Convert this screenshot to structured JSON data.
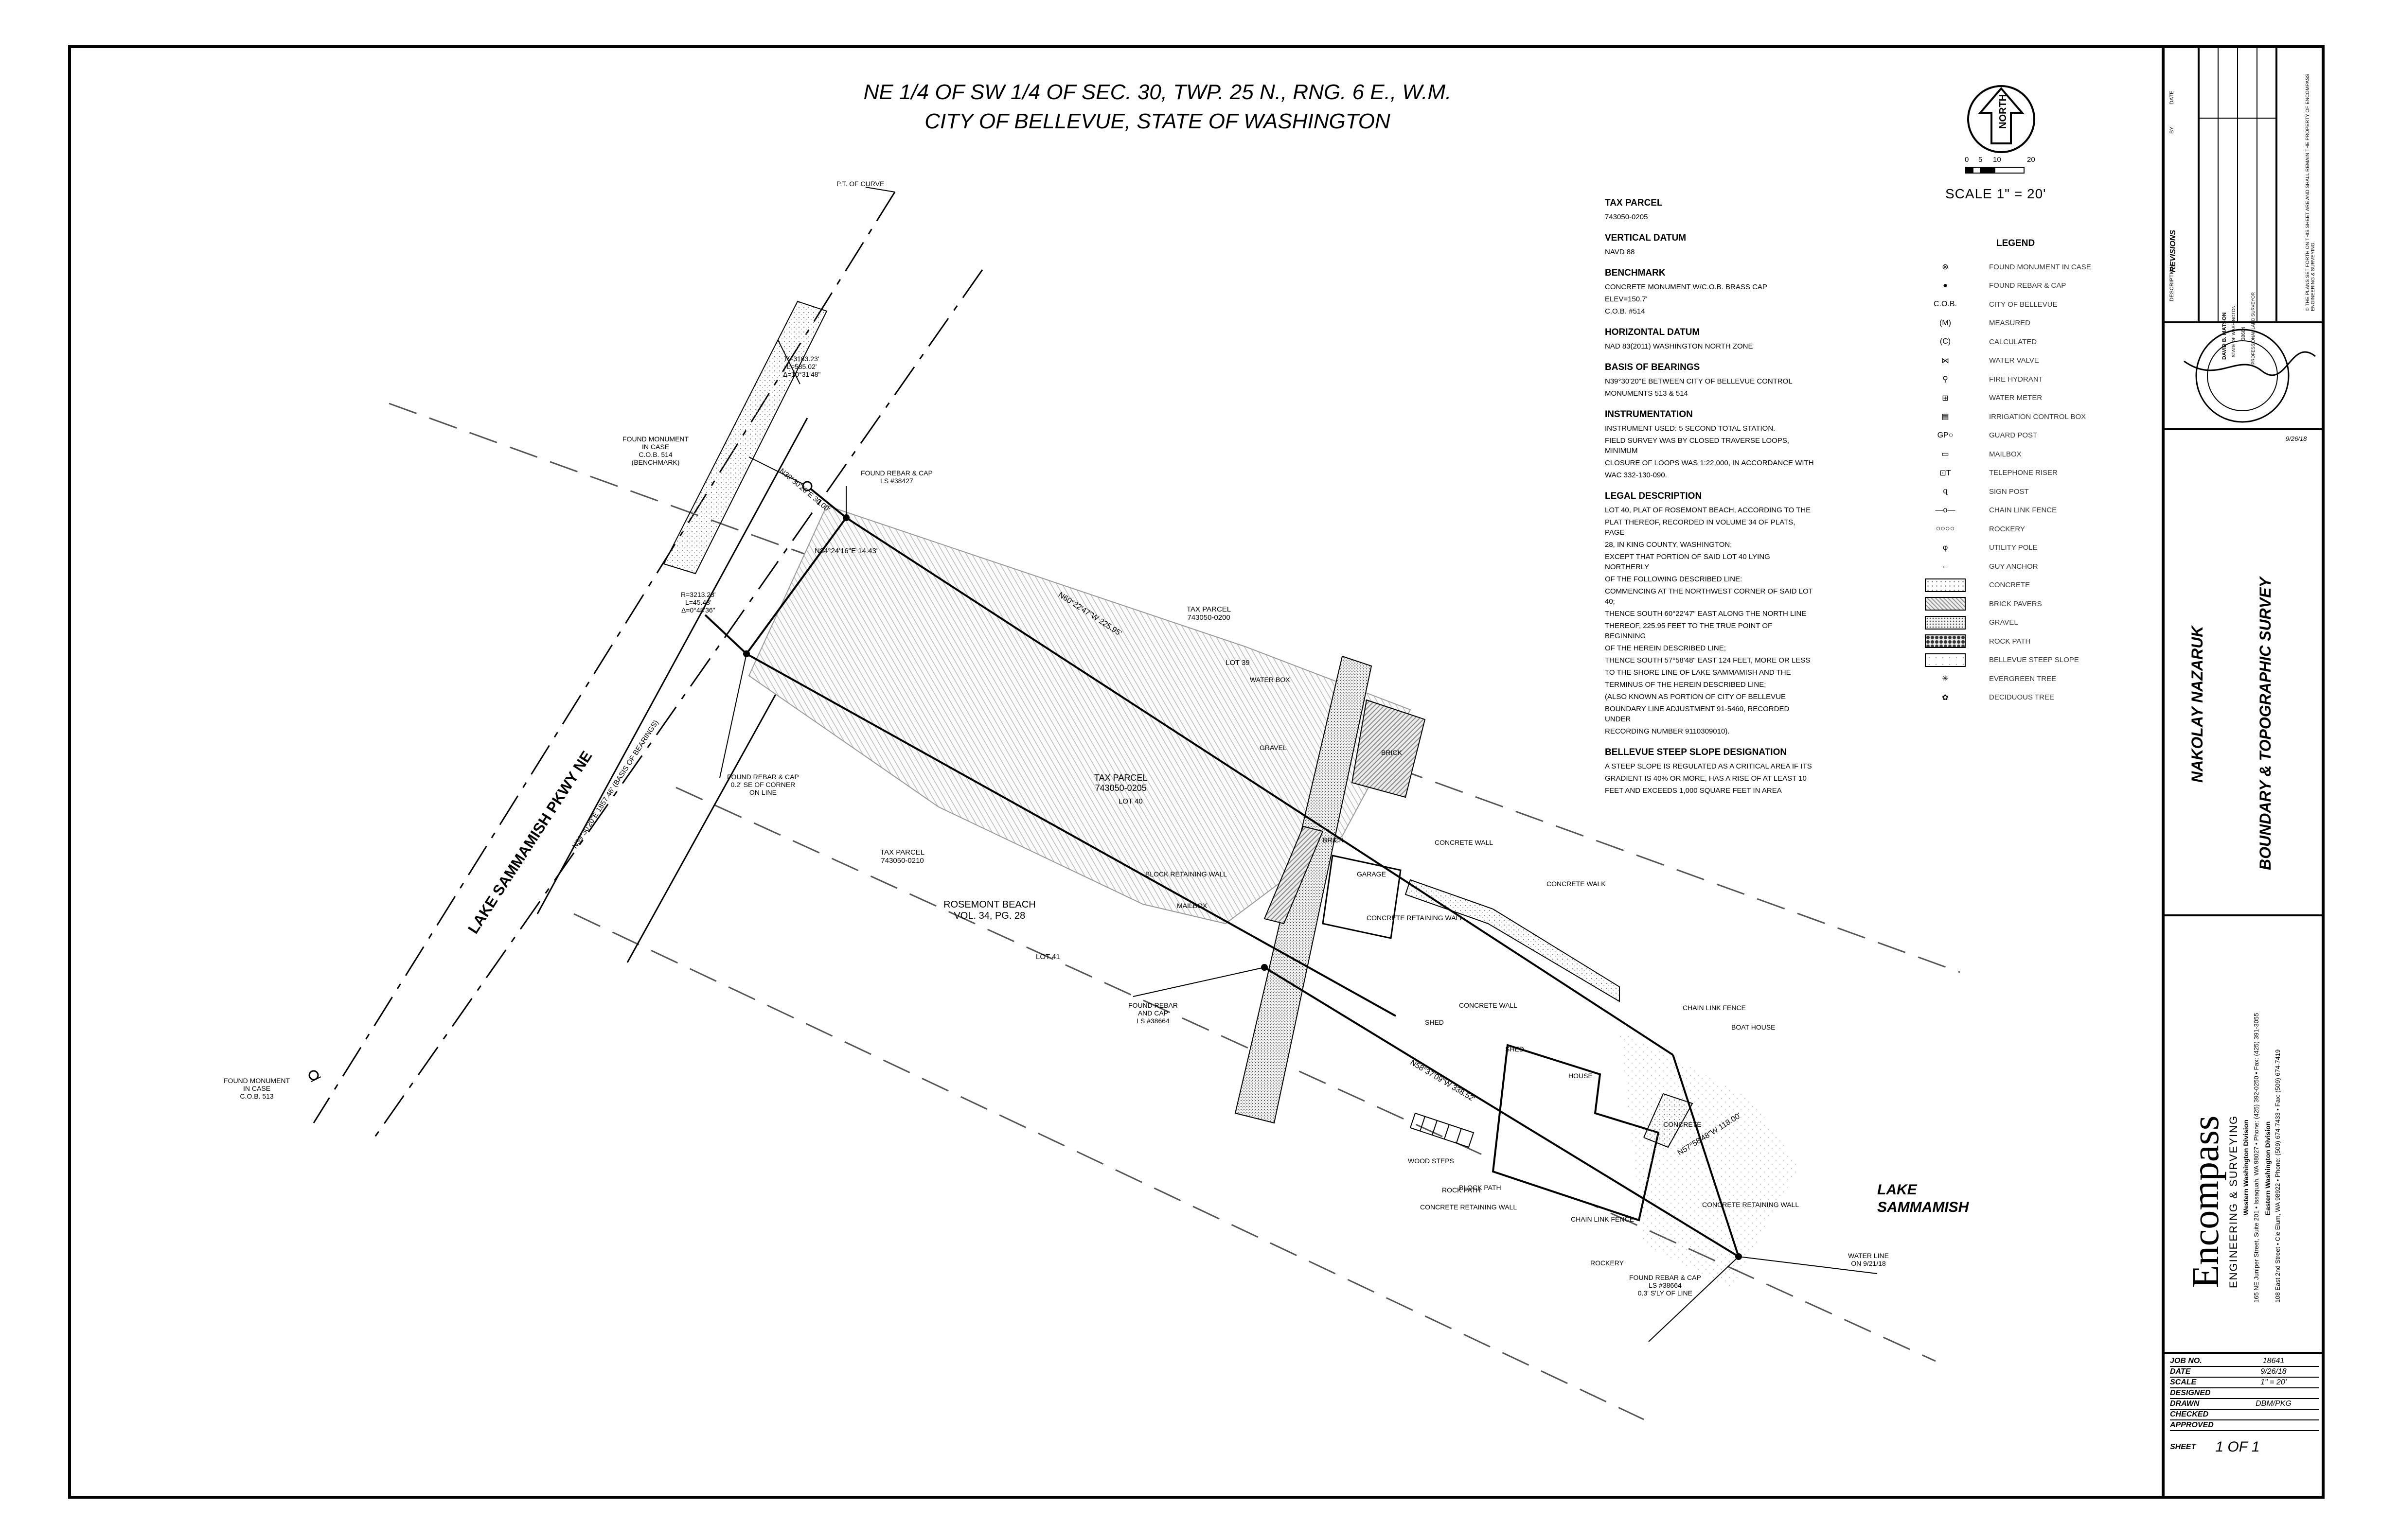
{
  "title": {
    "line1": "NE 1/4 OF SW 1/4 OF SEC. 30, TWP. 25 N., RNG. 6 E., W.M.",
    "line2": "CITY OF BELLEVUE, STATE OF WASHINGTON"
  },
  "north": {
    "arrow_label": "NORTH",
    "scale_ticks": [
      "0",
      "5",
      "10",
      "20"
    ],
    "scale": "SCALE  1\" = 20'"
  },
  "notes": [
    {
      "heading": "TAX PARCEL",
      "lines": [
        "743050-0205"
      ]
    },
    {
      "heading": "VERTICAL DATUM",
      "lines": [
        "NAVD 88"
      ]
    },
    {
      "heading": "BENCHMARK",
      "lines": [
        "CONCRETE MONUMENT W/C.O.B. BRASS CAP",
        "ELEV=150.7'",
        "C.O.B. #514"
      ]
    },
    {
      "heading": "HORIZONTAL DATUM",
      "lines": [
        "NAD 83(2011) WASHINGTON NORTH ZONE"
      ]
    },
    {
      "heading": "BASIS OF BEARINGS",
      "lines": [
        "N39°30'20\"E BETWEEN CITY OF BELLEVUE CONTROL",
        "MONUMENTS 513 & 514"
      ]
    },
    {
      "heading": "INSTRUMENTATION",
      "lines": [
        "INSTRUMENT USED: 5 SECOND TOTAL STATION.",
        "FIELD SURVEY WAS BY CLOSED TRAVERSE LOOPS, MINIMUM",
        "CLOSURE OF LOOPS WAS 1:22,000, IN ACCORDANCE WITH",
        "WAC 332-130-090."
      ]
    },
    {
      "heading": "LEGAL DESCRIPTION",
      "lines": [
        "LOT 40, PLAT OF ROSEMONT BEACH, ACCORDING TO THE",
        "PLAT THEREOF, RECORDED IN VOLUME 34 OF PLATS, PAGE",
        "28, IN KING COUNTY, WASHINGTON;",
        "EXCEPT THAT PORTION OF SAID LOT 40 LYING NORTHERLY",
        "OF THE FOLLOWING DESCRIBED LINE:",
        "COMMENCING AT THE NORTHWEST CORNER OF SAID LOT 40;",
        "THENCE SOUTH 60°22'47\" EAST ALONG THE NORTH LINE",
        "THEREOF, 225.95 FEET TO THE TRUE POINT OF BEGINNING",
        "OF THE HEREIN DESCRIBED LINE;",
        "THENCE SOUTH 57°58'48\" EAST 124 FEET, MORE OR LESS",
        "TO THE SHORE LINE OF LAKE SAMMAMISH AND THE",
        "TERMINUS OF THE HEREIN DESCRIBED LINE;",
        "(ALSO KNOWN AS PORTION OF CITY OF BELLEVUE",
        "BOUNDARY LINE ADJUSTMENT 91-5460, RECORDED UNDER",
        "RECORDING NUMBER 9110309010)."
      ]
    },
    {
      "heading": "BELLEVUE STEEP SLOPE DESIGNATION",
      "lines": [
        "A STEEP SLOPE IS REGULATED AS A CRITICAL AREA IF ITS",
        "GRADIENT IS 40% OR MORE, HAS A RISE OF AT LEAST 10",
        "FEET AND EXCEEDS 1,000 SQUARE FEET IN AREA"
      ]
    }
  ],
  "legend": {
    "heading": "LEGEND",
    "items": [
      {
        "symbol": "⊗",
        "label": "FOUND MONUMENT IN CASE",
        "icon": "monument-icon"
      },
      {
        "symbol": "●",
        "label": "FOUND REBAR & CAP",
        "icon": "rebar-icon"
      },
      {
        "symbol": "C.O.B.",
        "label": "CITY OF BELLEVUE",
        "icon": "text"
      },
      {
        "symbol": "(M)",
        "label": "MEASURED",
        "icon": "text"
      },
      {
        "symbol": "(C)",
        "label": "CALCULATED",
        "icon": "text"
      },
      {
        "symbol": "⋈",
        "label": "WATER VALVE",
        "icon": "water-valve-icon"
      },
      {
        "symbol": "⚲",
        "label": "FIRE HYDRANT",
        "icon": "fire-hydrant-icon"
      },
      {
        "symbol": "⊞",
        "label": "WATER METER",
        "icon": "water-meter-icon"
      },
      {
        "symbol": "▤",
        "label": "IRRIGATION CONTROL BOX",
        "icon": "irrigation-box-icon"
      },
      {
        "symbol": "GP○",
        "label": "GUARD POST",
        "icon": "guard-post-icon"
      },
      {
        "symbol": "▭",
        "label": "MAILBOX",
        "icon": "mailbox-icon"
      },
      {
        "symbol": "⊡T",
        "label": "TELEPHONE RISER",
        "icon": "telephone-riser-icon"
      },
      {
        "symbol": "ɋ",
        "label": "SIGN POST",
        "icon": "sign-post-icon"
      },
      {
        "symbol": "—o—",
        "label": "CHAIN LINK FENCE",
        "icon": "fence-icon"
      },
      {
        "symbol": "○○○○",
        "label": "ROCKERY",
        "icon": "rockery-icon"
      },
      {
        "symbol": "φ",
        "label": "UTILITY POLE",
        "icon": "utility-pole-icon"
      },
      {
        "symbol": "←",
        "label": "GUY ANCHOR",
        "icon": "guy-anchor-icon"
      },
      {
        "symbol": "",
        "label": "CONCRETE",
        "icon": "sw-conc"
      },
      {
        "symbol": "",
        "label": "BRICK PAVERS",
        "icon": "sw-brick"
      },
      {
        "symbol": "",
        "label": "GRAVEL",
        "icon": "sw-gravel"
      },
      {
        "symbol": "",
        "label": "ROCK PATH",
        "icon": "sw-rock"
      },
      {
        "symbol": "",
        "label": "BELLEVUE STEEP SLOPE",
        "icon": "sw-steep"
      },
      {
        "symbol": "✳",
        "label": "EVERGREEN TREE",
        "icon": "evergreen-tree-icon"
      },
      {
        "symbol": "✿",
        "label": "DECIDUOUS TREE",
        "icon": "deciduous-tree-icon"
      }
    ]
  },
  "map_labels": {
    "pt_curve": "P.T. OF CURVE",
    "curve1": [
      "R=3183.23'",
      "L=585.02'",
      "Δ=10°31'48\""
    ],
    "curve2": [
      "R=3213.23'",
      "L=45.43'",
      "Δ=0°48'36\""
    ],
    "found_mon_514": [
      "FOUND MONUMENT",
      "IN CASE",
      "C.O.B. 514",
      "(BENCHMARK)"
    ],
    "found_mon_513": [
      "FOUND MONUMENT",
      "IN CASE",
      "C.O.B. 513"
    ],
    "rebar_38427": [
      "FOUND REBAR & CAP",
      "LS #38427"
    ],
    "rebar_corner": [
      "FOUND REBAR & CAP",
      "0.2' SE OF CORNER",
      "ON LINE"
    ],
    "rebar_38664a": [
      "FOUND REBAR",
      "AND CAP",
      "LS #38664"
    ],
    "rebar_38664b": [
      "FOUND REBAR & CAP",
      "LS #38664",
      "0.3' S'LY OF LINE"
    ],
    "bearing_a": "N39°30'20\"E 30.00'",
    "bearing_b": "N84°24'16\"E 14.43'",
    "bearing_north": "N60°22'47\"W 225.95'",
    "bearing_south": "N58°37'09\"W 338.52'",
    "bearing_east": "N57°58'48\"W 118.00'",
    "basis": "N39°30'20\"E 1857.46' (BASIS OF BEARINGS)",
    "road": "LAKE SAMMAMISH PKWY NE",
    "lake": [
      "LAKE",
      "SAMMAMISH"
    ],
    "water_line": [
      "WATER LINE",
      "ON 9/21/18"
    ],
    "tax_0200": [
      "TAX PARCEL",
      "743050-0200"
    ],
    "tax_0205": [
      "TAX PARCEL",
      "743050-0205"
    ],
    "tax_0210": [
      "TAX PARCEL",
      "743050-0210"
    ],
    "lot39": "LOT 39",
    "lot40": "LOT 40",
    "lot41": "LOT 41",
    "rosemont": [
      "ROSEMONT BEACH",
      "VOL. 34, PG. 28"
    ],
    "features": [
      {
        "t": "WATER BOX",
        "k": "water-box"
      },
      {
        "t": "GRAVEL",
        "k": "gravel"
      },
      {
        "t": "BRICK",
        "k": "brick-1"
      },
      {
        "t": "BRICK",
        "k": "brick-2"
      },
      {
        "t": "GARAGE",
        "k": "garage"
      },
      {
        "t": "CONCRETE WALL",
        "k": "concrete-wall-1"
      },
      {
        "t": "CONCRETE WALK",
        "k": "concrete-walk"
      },
      {
        "t": "BLOCK RETAINING WALL",
        "k": "block-wall"
      },
      {
        "t": "CONCRETE RETAINING WALL",
        "k": "retaining-wall-1"
      },
      {
        "t": "MAILBOX",
        "k": "mailbox"
      },
      {
        "t": "CHAIN LINK FENCE",
        "k": "fence-1"
      },
      {
        "t": "BOAT HOUSE",
        "k": "boat-house"
      },
      {
        "t": "SHED",
        "k": "shed-1"
      },
      {
        "t": "SHED",
        "k": "shed-2"
      },
      {
        "t": "HOUSE",
        "k": "house"
      },
      {
        "t": "CONCRETE",
        "k": "concrete-1"
      },
      {
        "t": "CONCRETE RETAINING WALL",
        "k": "retaining-wall-2"
      },
      {
        "t": "WOOD STEPS",
        "k": "wood-steps"
      },
      {
        "t": "ROCK PATH",
        "k": "rock-path"
      },
      {
        "t": "CONCRETE RETAINING WALL",
        "k": "retaining-wall-3"
      },
      {
        "t": "BLOCK PATH",
        "k": "block-path"
      },
      {
        "t": "CHAIN LINK FENCE",
        "k": "fence-2"
      },
      {
        "t": "ROCKERY",
        "k": "rockery"
      },
      {
        "t": "CONCRETE WALL",
        "k": "concrete-wall-2"
      }
    ]
  },
  "title_block": {
    "revisions": "REVISIONS",
    "rev_cols": [
      "DESCRIPTION",
      "BY",
      "DATE"
    ],
    "copyright": "© THE PLANS SET FORTH ON THIS SHEET ARE AND SHALL REMAIN THE PROPERTY OF ENCOMPASS ENGINEERING & SURVEYING.",
    "seal_name": "DAVID B. MATSON",
    "seal_state": "STATE OF WASHINGTON",
    "seal_number": "38664",
    "seal_sub": "PROFESSIONAL LAND SURVEYOR",
    "seal_date": "9/26/18",
    "client": "NAKOLAY NAZARUK",
    "project": "BOUNDARY & TOPOGRAPHIC SURVEY",
    "company": "Encompass",
    "company_sub": "ENGINEERING & SURVEYING",
    "division1": "Western Washington Division",
    "address1": "165 NE Juniper Street, Suite 201 • Issaquah, WA 98027 • Phone: (425) 392-0250 • Fax: (425) 391-3055",
    "division2": "Eastern Washington Division",
    "address2": "108 East 2nd Street • Cle Elum, WA 98922 • Phone: (509) 674-7433 • Fax: (509) 674-7419",
    "rows": [
      {
        "k": "JOB NO.",
        "v": "18641"
      },
      {
        "k": "DATE",
        "v": "9/26/18"
      },
      {
        "k": "SCALE",
        "v": "1\" = 20'"
      },
      {
        "k": "DESIGNED",
        "v": ""
      },
      {
        "k": "DRAWN",
        "v": "DBM/PKG"
      },
      {
        "k": "CHECKED",
        "v": ""
      },
      {
        "k": "APPROVED",
        "v": ""
      }
    ],
    "sheet_label": "SHEET",
    "sheet_value": "1 OF 1"
  }
}
